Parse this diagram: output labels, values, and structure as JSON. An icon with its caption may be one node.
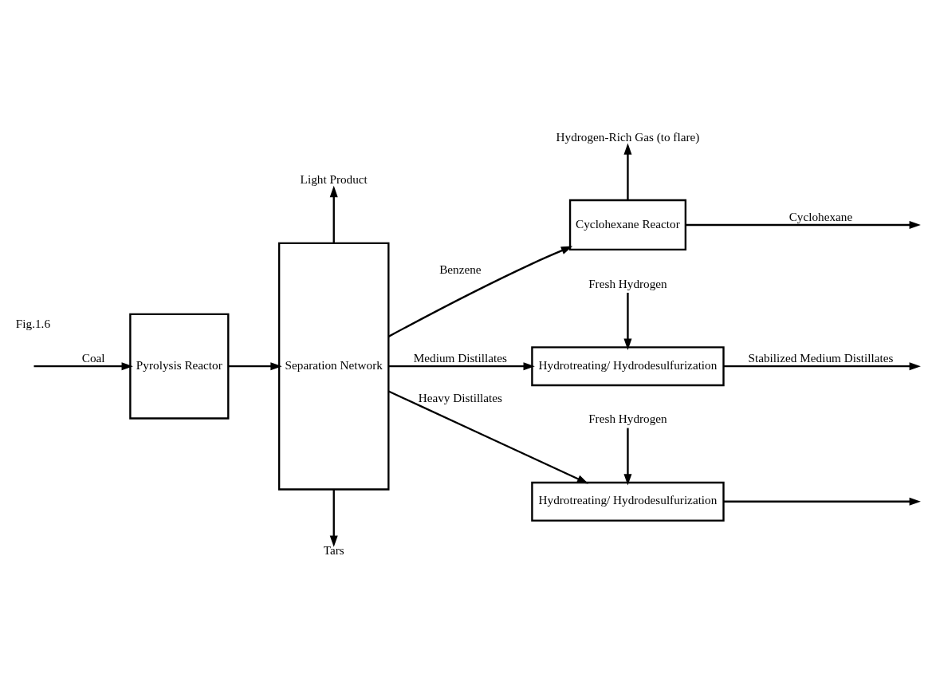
{
  "diagram": {
    "nodes": [
      {
        "text": [
          "Pyrolysis Reactor"
        ]
      },
      {
        "text": [
          "Separation Network"
        ]
      },
      {
        "text": [
          "Cyclohexane Reactor"
        ]
      },
      {
        "text": [
          "Hydrotreating/ Hydrodesulfurization"
        ]
      },
      {
        "text": [
          "Hydrotreating/ Hydrodesulfurization"
        ]
      },
      {
        "text": [
          "Light Product"
        ]
      },
      {
        "text": [
          "Hydrogen-Rich Gas (to flare)"
        ]
      },
      {
        "text": [
          "Tars"
        ]
      }
    ],
    "edges": [
      {
        "from": null,
        "to": 0,
        "arrow": "to",
        "label": "Coal"
      },
      {
        "from": 0,
        "to": 1,
        "arrow": "to"
      },
      {
        "from": 1,
        "to": 5,
        "arrow": "to"
      },
      {
        "from": 1,
        "to": 2,
        "arrow": "to",
        "label": "Benzene"
      },
      {
        "from": 2,
        "to": 6,
        "arrow": "to"
      },
      {
        "from": 2,
        "to": null,
        "arrow": "to",
        "label": "Cyclohexane"
      },
      {
        "from": 1,
        "to": 3,
        "arrow": "to",
        "label": "Medium Distillates"
      },
      {
        "from": 3,
        "to": null,
        "arrow": "to",
        "label": "Stabilized Medium Distillates"
      },
      {
        "from": null,
        "to": 3,
        "arrow": "to",
        "label": "Fresh Hydrogen"
      },
      {
        "from": 1,
        "to": 4,
        "arrow": "to",
        "label": "Heavy Distillates"
      },
      {
        "from": 4,
        "to": null,
        "arrow": "to"
      },
      {
        "from": null,
        "to": 4,
        "arrow": "to",
        "label": "Fresh Hydrogen"
      },
      {
        "from": 1,
        "to": 7,
        "arrow": "to"
      }
    ],
    "labels": [
      "Fig.1.6"
    ]
  }
}
